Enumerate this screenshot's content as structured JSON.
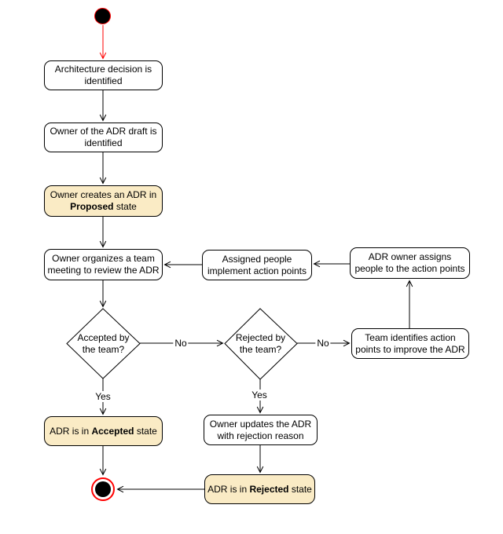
{
  "colors": {
    "background": "#ffffff",
    "activity_fill": "#ffffff",
    "state_fill": "#faebc5",
    "border": "#000000",
    "edge": "#000000",
    "start_edge": "#ff0000",
    "terminal_fill": "#000000",
    "terminal_ring": "#ff0000",
    "text": "#000000"
  },
  "nodes": {
    "architecture_identified": {
      "label": "Architecture decision is\nidentified"
    },
    "owner_identified": {
      "label": "Owner of the ADR draft is\nidentified"
    },
    "create_adr": {
      "pre": "Owner creates an ADR in\n",
      "bold": "Proposed",
      "post": " state"
    },
    "team_meeting": {
      "label": "Owner organizes a team\nmeeting to review the ADR"
    },
    "assigned_implement": {
      "label": "Assigned people\nimplement action points"
    },
    "owner_assigns": {
      "label": "ADR owner assigns\npeople to the action points"
    },
    "accepted_question": {
      "label": "Accepted by\nthe team?"
    },
    "rejected_question": {
      "label": "Rejected by\nthe team?"
    },
    "team_identifies": {
      "label": "Team identifies action\npoints to improve the ADR"
    },
    "accepted_state": {
      "pre": "ADR is in ",
      "bold": "Accepted",
      "post": " state"
    },
    "owner_updates": {
      "label": "Owner updates the ADR\nwith rejection reason"
    },
    "rejected_state": {
      "pre": "ADR is in ",
      "bold": "Rejected",
      "post": " state"
    }
  },
  "edge_labels": {
    "accepted_no": "No",
    "rejected_no": "No",
    "accepted_yes": "Yes",
    "rejected_yes": "Yes"
  }
}
